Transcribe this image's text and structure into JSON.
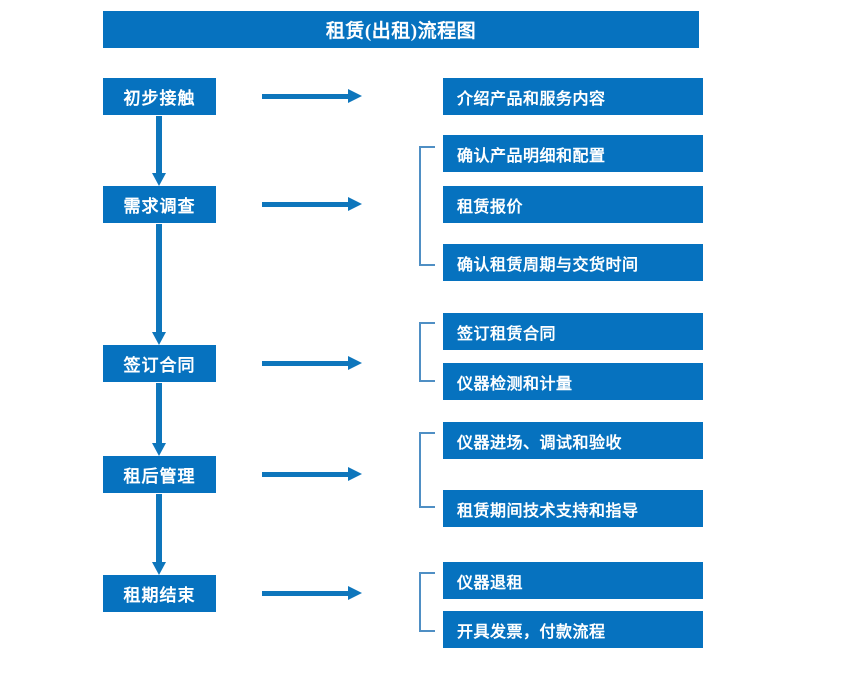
{
  "diagram": {
    "title": "租赁(出租)流程图",
    "colors": {
      "box_fill": "#0672bf",
      "box_text": "#ffffff",
      "arrow": "#0e76bc",
      "bracket": "#4f8fc4",
      "background": "#ffffff"
    },
    "stages": [
      {
        "label": "初步接触"
      },
      {
        "label": "需求调查"
      },
      {
        "label": "签订合同"
      },
      {
        "label": "租后管理"
      },
      {
        "label": "租期结束"
      }
    ],
    "detail_groups": [
      {
        "stage": "初步接触",
        "bracketed": false,
        "items": [
          {
            "label": "介绍产品和服务内容"
          }
        ]
      },
      {
        "stage": "需求调查",
        "bracketed": true,
        "items": [
          {
            "label": "确认产品明细和配置"
          },
          {
            "label": "租赁报价"
          },
          {
            "label": "确认租赁周期与交货时间"
          }
        ]
      },
      {
        "stage": "签订合同",
        "bracketed": true,
        "items": [
          {
            "label": "签订租赁合同"
          },
          {
            "label": "仪器检测和计量"
          }
        ]
      },
      {
        "stage": "租后管理",
        "bracketed": true,
        "items": [
          {
            "label": "仪器进场、调试和验收"
          },
          {
            "label": "租赁期间技术支持和指导"
          }
        ]
      },
      {
        "stage": "租期结束",
        "bracketed": true,
        "items": [
          {
            "label": "仪器退租"
          },
          {
            "label": "开具发票，付款流程"
          }
        ]
      }
    ]
  }
}
